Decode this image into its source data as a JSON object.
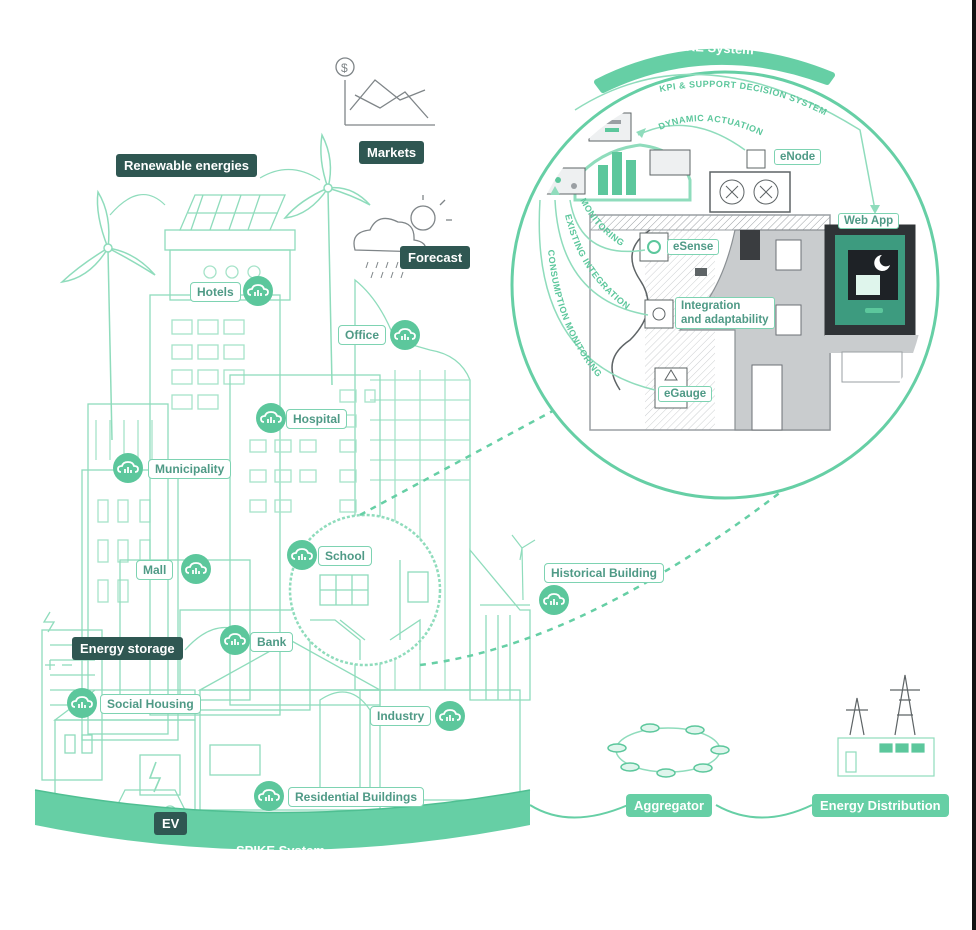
{
  "colors": {
    "accent": "#5cc79c",
    "line": "#8fdcbc",
    "dark_label": "#2f5752",
    "text_green": "#4f9a86",
    "building_gray": "#c9ccce"
  },
  "labels": {
    "renewable_energies": "Renewable energies",
    "markets": "Markets",
    "forecast": "Forecast",
    "energy_storage": "Energy storage",
    "ev": "EV",
    "spike_system_bottom": "SPIKE System",
    "spike_system_top": "SPIKE System",
    "aggregator": "Aggregator",
    "energy_distribution": "Energy Distribution"
  },
  "buildings": {
    "hotels": "Hotels",
    "office": "Office",
    "hospital": "Hospital",
    "municipality": "Municipality",
    "school": "School",
    "historical_building": "Historical Building",
    "mall": "Mall",
    "bank": "Bank",
    "social_housing": "Social Housing",
    "industry": "Industry",
    "residential_buildings": "Residential Buildings"
  },
  "detail": {
    "kpi": "KPI & SUPPORT DECISION SYSTEM",
    "dynamic_actuation": "DYNAMIC ACTUATION",
    "monitoring": "MONITORING",
    "existing_integration": "EXISTING INTEGRATION",
    "consumption_monitoring": "CONSUMPTION MONITORING",
    "enode": "eNode",
    "esense": "eSense",
    "web_app": "Web App",
    "integration_line1": "Integration",
    "integration_line2": "and adaptability",
    "egauge": "eGauge"
  },
  "icons": [
    "cloud-chart-icon",
    "dollar-icon",
    "sun-cloud-icon",
    "wind-turbine-icon",
    "solar-panel-icon",
    "gear-icon",
    "battery-icon",
    "lightning-icon",
    "pylon-icon",
    "moon-icon"
  ]
}
